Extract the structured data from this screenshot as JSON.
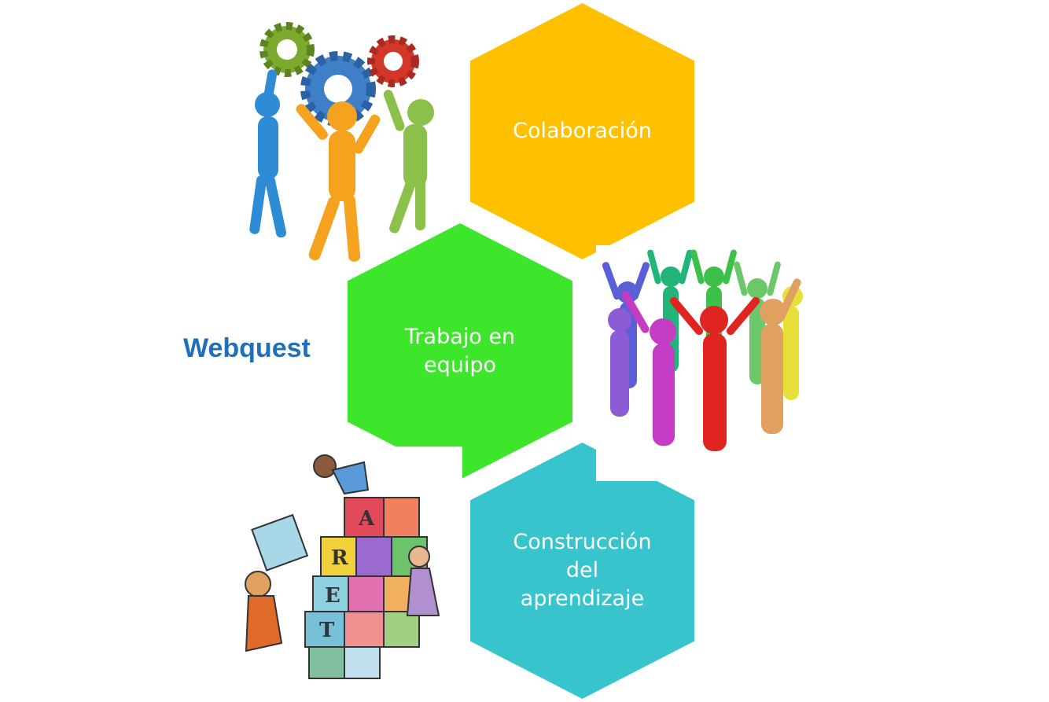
{
  "title": "Webquest",
  "hexagons": {
    "top": {
      "label": "Colaboración",
      "color": "#FFC000"
    },
    "middle": {
      "label": "Trabajo en\nequipo",
      "color": "#3DE62B"
    },
    "bottom": {
      "label": "Construcción\ndel\naprendizaje",
      "color": "#37C4CC"
    }
  },
  "images": {
    "gears": "people-with-gears-illustration",
    "circle": "colorful-people-circle-illustration",
    "blocks": "children-building-blocks-illustration"
  }
}
